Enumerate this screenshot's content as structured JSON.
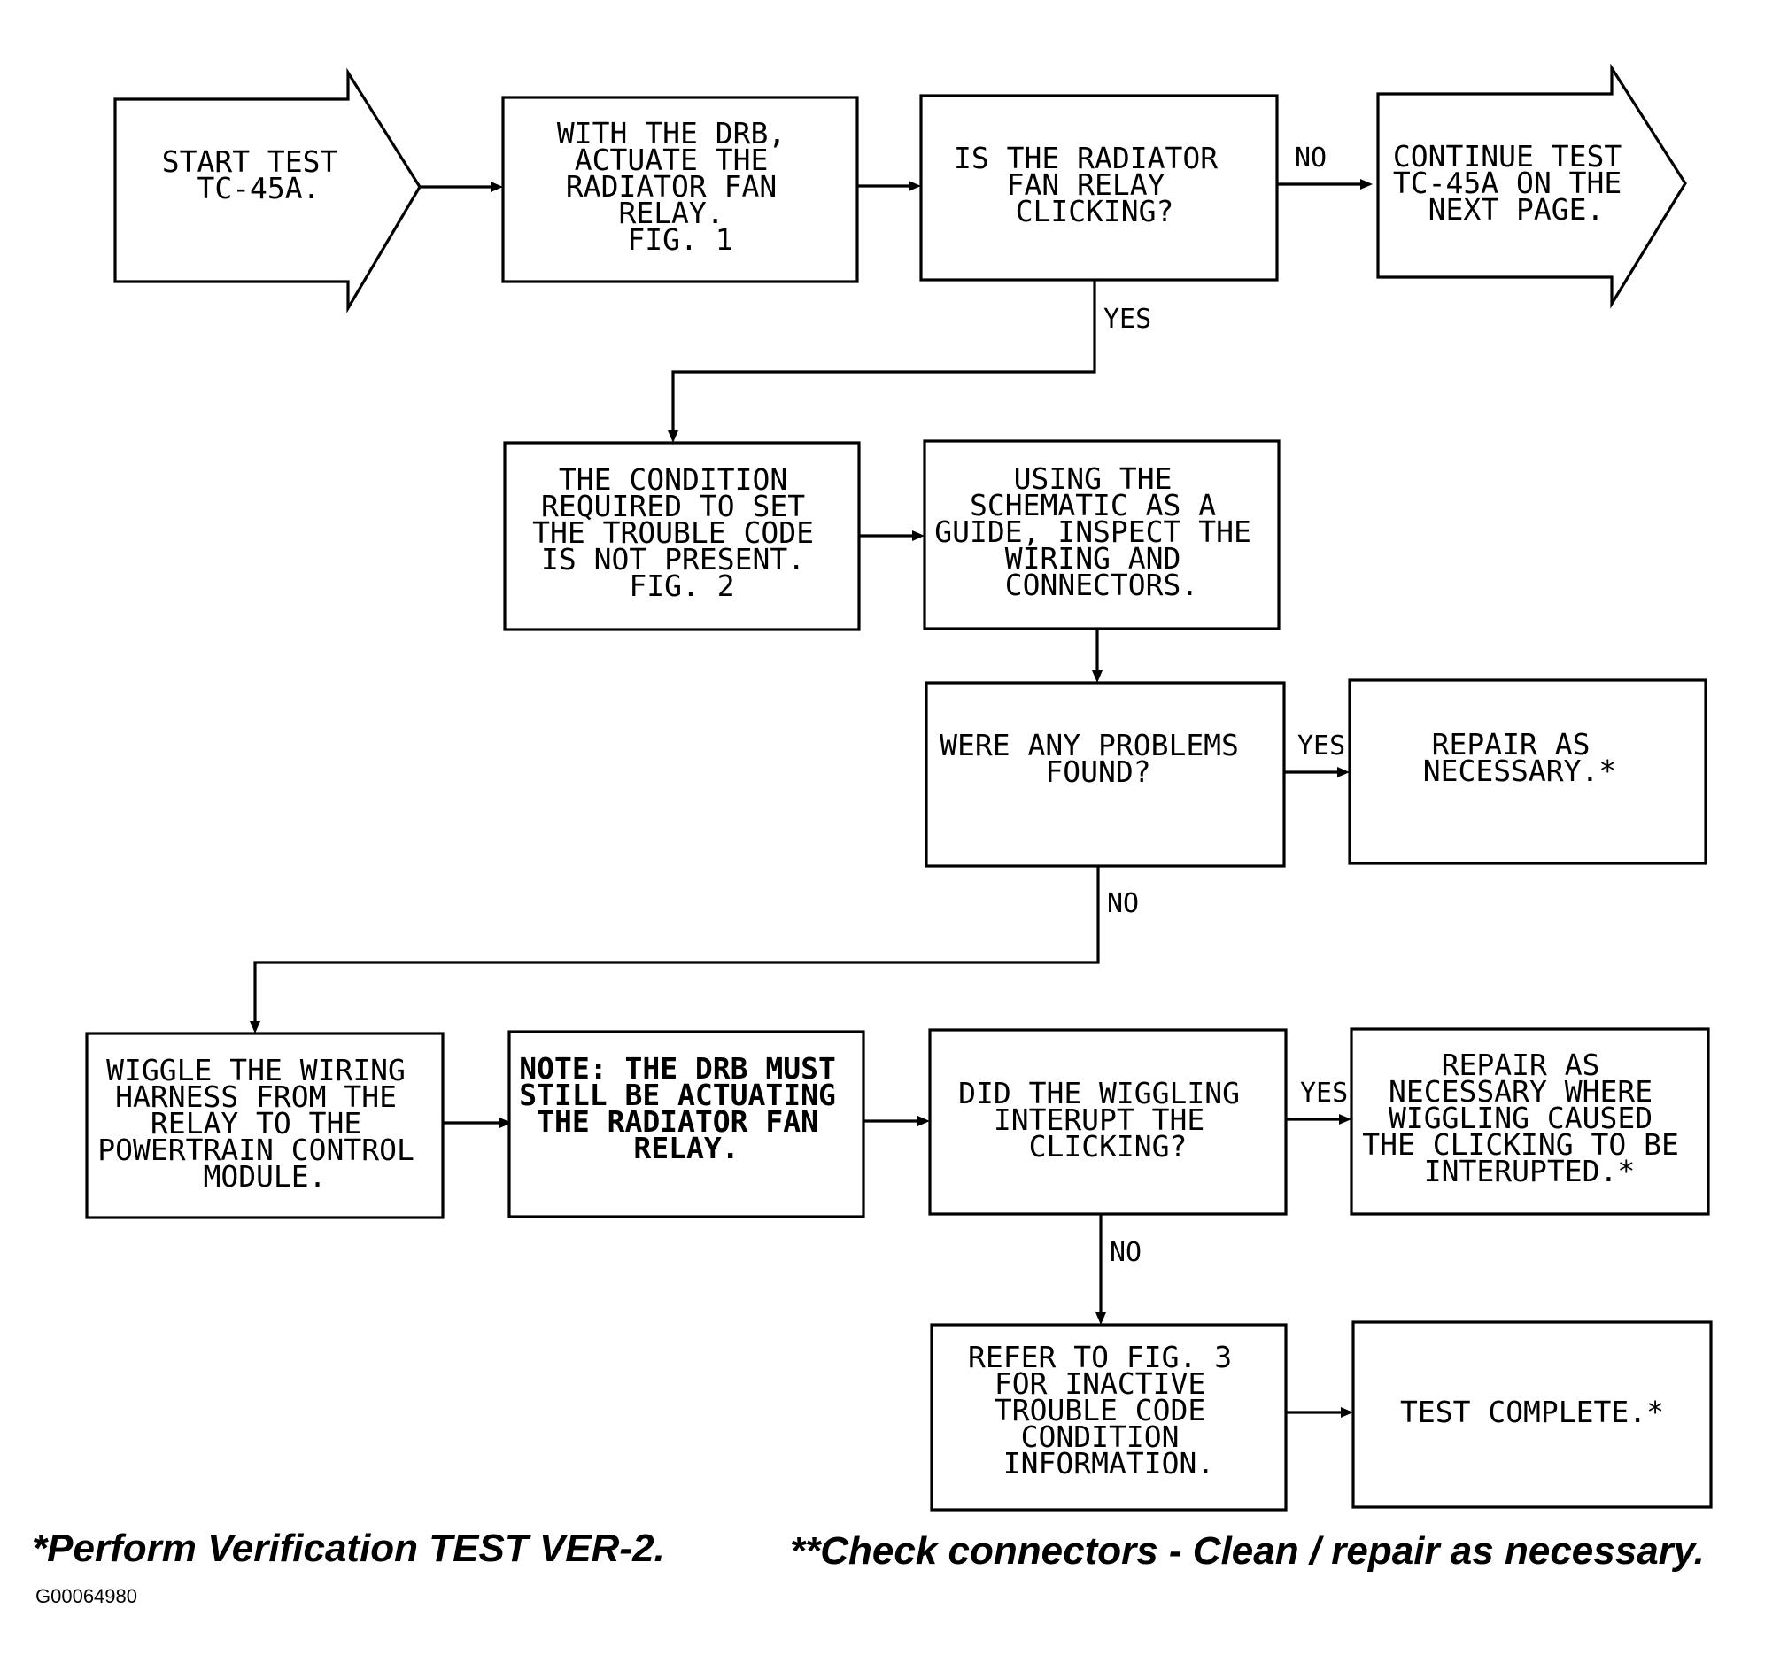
{
  "nodes": {
    "start": [
      "START TEST",
      "TC-45A."
    ],
    "actuate": [
      "WITH THE DRB,",
      "ACTUATE THE",
      "RADIATOR FAN",
      "RELAY.",
      "FIG. 1"
    ],
    "clicking_q": [
      "IS THE RADIATOR",
      "FAN RELAY",
      "CLICKING?"
    ],
    "continue": [
      "CONTINUE TEST",
      "TC-45A ON THE",
      "NEXT PAGE."
    ],
    "condition": [
      "THE CONDITION",
      "REQUIRED TO SET",
      "THE TROUBLE CODE",
      "IS NOT PRESENT.",
      "FIG. 2"
    ],
    "inspect": [
      "USING THE",
      "SCHEMATIC AS A",
      "GUIDE, INSPECT THE",
      "WIRING AND",
      "CONNECTORS."
    ],
    "problems_q": [
      "WERE ANY PROBLEMS",
      "FOUND?"
    ],
    "repair1": [
      "REPAIR AS",
      "NECESSARY.*"
    ],
    "wiggle": [
      "WIGGLE THE WIRING",
      "HARNESS FROM THE",
      "RELAY TO THE",
      "POWERTRAIN CONTROL",
      "MODULE."
    ],
    "note": [
      "NOTE: THE DRB MUST",
      "STILL BE ACTUATING",
      "THE RADIATOR FAN",
      "RELAY."
    ],
    "wiggle_q": [
      "DID THE WIGGLING",
      "INTERUPT THE",
      "CLICKING?"
    ],
    "repair2": [
      "REPAIR AS",
      "NECESSARY WHERE",
      "WIGGLING CAUSED",
      "THE CLICKING TO BE",
      "INTERUPTED.*"
    ],
    "refer": [
      "REFER TO FIG. 3",
      "FOR INACTIVE",
      "TROUBLE CODE",
      "CONDITION",
      "INFORMATION."
    ],
    "complete": [
      "TEST COMPLETE.*"
    ]
  },
  "edges": {
    "clicking_no": "NO",
    "clicking_yes": "YES",
    "problems_yes": "YES",
    "problems_no": "NO",
    "wiggle_yes": "YES",
    "wiggle_no": "NO"
  },
  "footnotes": {
    "verification": "*Perform Verification TEST VER-2.",
    "connectors": "**Check connectors - Clean / repair as necessary."
  },
  "figure_id": "G00064980"
}
